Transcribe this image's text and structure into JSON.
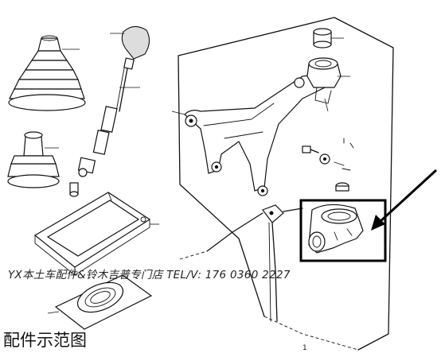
{
  "watermark_text": "YX本土车配件&铃木吉普专门店 TEL/V: 176 0360 2227",
  "caption_text": "配件示范图",
  "ref_mark": "1",
  "colors": {
    "ink": "#111111",
    "highlight": "#000000",
    "background": "#ffffff"
  }
}
